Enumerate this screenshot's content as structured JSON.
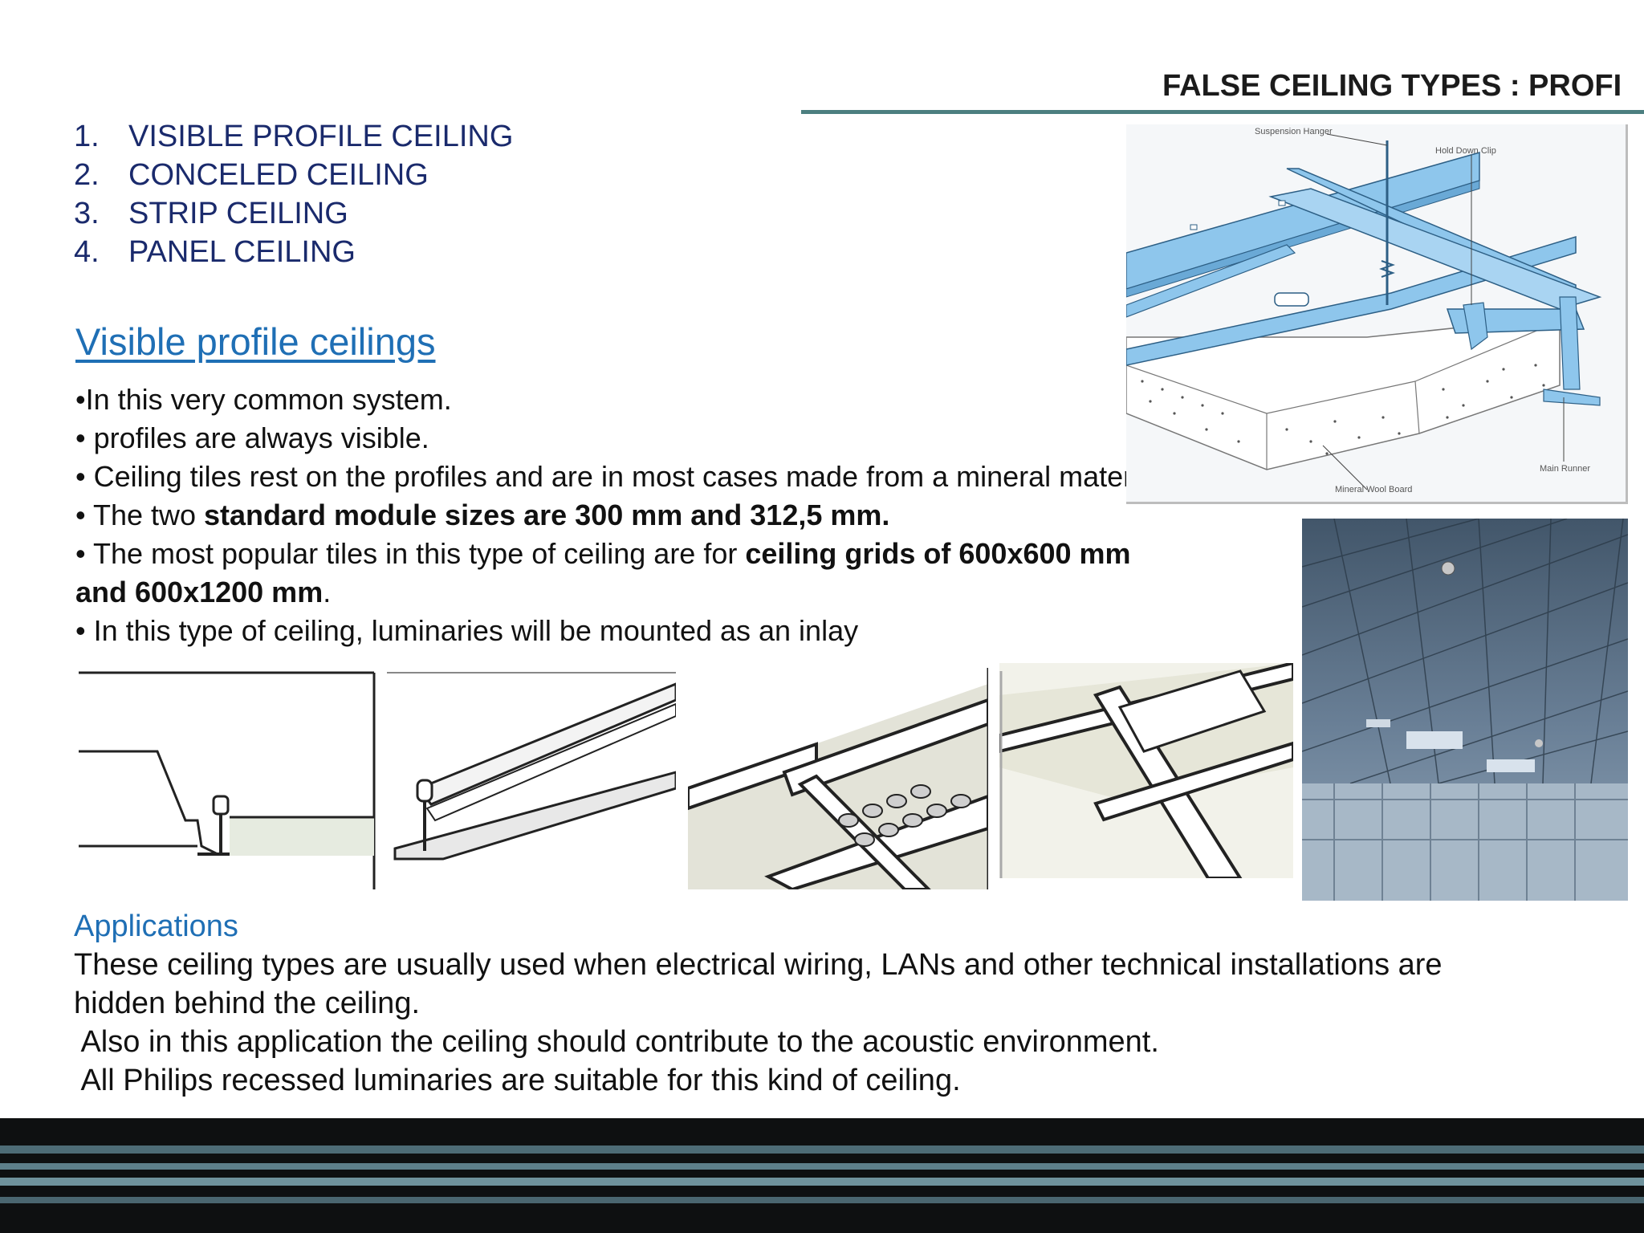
{
  "header": {
    "title": "FALSE CEILING TYPES : PROFI"
  },
  "types_list": [
    {
      "num": "1.",
      "label": "VISIBLE PROFILE  CEILING"
    },
    {
      "num": "2.",
      "label": "CONCELED CEILING"
    },
    {
      "num": "3.",
      "label": "STRIP CEILING"
    },
    {
      "num": "4.",
      "label": "PANEL CEILING"
    }
  ],
  "section": {
    "heading": "Visible profile ceilings",
    "b1": "•In this very common system.",
    "b2": "• profiles are always visible.",
    "b3": "• Ceiling tiles rest on the profiles and are in most cases made from a mineral material.",
    "b4_pre": "• The two ",
    "b4_bold": "standard module sizes are 300 mm and 312,5 mm.",
    "b5_pre": "• The most popular tiles in this type of ceiling are for ",
    "b5_bold1": "ceiling grids of 600x600 mm",
    "b5_bold2": "and 600x1200 mm",
    "b5_end": ".",
    "b6": "• In this type of ceiling, luminaries will be mounted as an inlay"
  },
  "diagram": {
    "labels": {
      "hanger": "Suspension Hanger",
      "clip": "Hold Down Clip",
      "runner": "Main Runner",
      "board": "Mineral Wool Board"
    }
  },
  "applications": {
    "heading": "Applications",
    "p1": "These ceiling types are usually used when electrical wiring, LANs and other technical installations are",
    "p2": "hidden behind the ceiling.",
    "p3": " Also in this application the ceiling should contribute to the acoustic environment.",
    "p4": " All Philips recessed luminaries are suitable for this kind of ceiling."
  },
  "colors": {
    "title_rule": "#4c7f80",
    "list_text": "#1a2a6c",
    "heading_blue": "#1f6fb5",
    "profile_blue": "#8ec6ec",
    "footer_dark": "#0e1011",
    "footer_stripe": "#5d7f8a"
  }
}
